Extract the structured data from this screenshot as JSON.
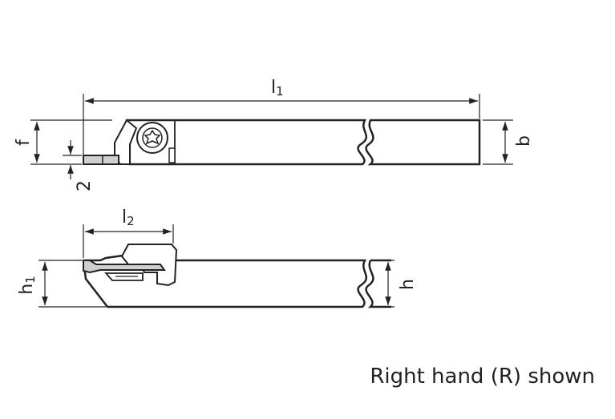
{
  "labels": {
    "l1": "l",
    "l1_sub": "1",
    "f": "f",
    "b": "b",
    "two": "2",
    "l2": "l",
    "l2_sub": "2",
    "h1": "h",
    "h1_sub": "1",
    "h": "h"
  },
  "caption": "Right hand (R) shown",
  "colors": {
    "ink": "#222222",
    "fill": "#ffffff",
    "insert": "#cfcfcf"
  }
}
